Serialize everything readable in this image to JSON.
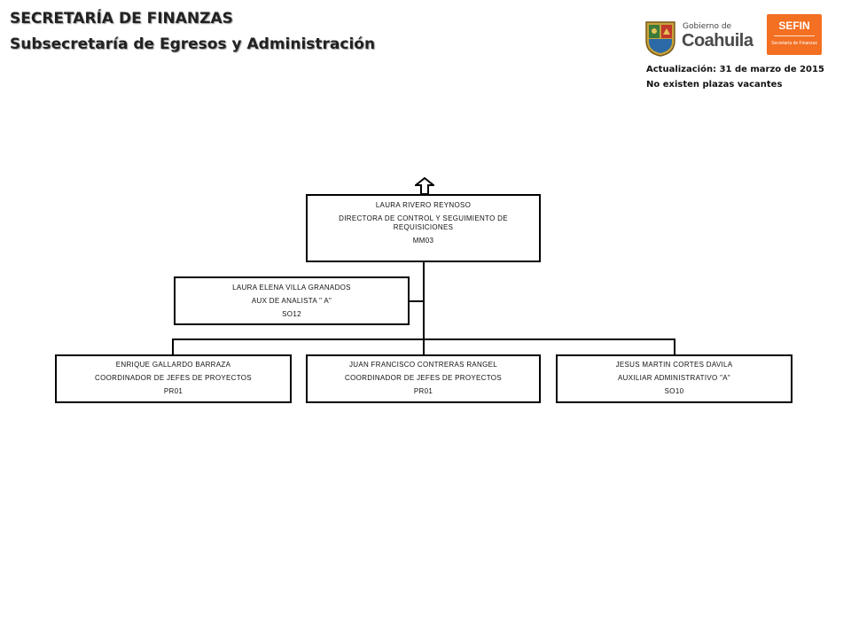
{
  "header": {
    "title": "SECRETARÍA DE FINANZAS",
    "subtitle": "Subsecretaría de Egresos y Administración",
    "update_label": "Actualización:  31 de marzo de 2015",
    "vacancy_note": "No existen plazas vacantes"
  },
  "logos": {
    "coahuila_small": "Gobierno de",
    "coahuila_name": "Coahuila",
    "sefin_name": "SEFIN",
    "sefin_sub": "Secretaría de Finanzas",
    "sefin_color": "#f36f21"
  },
  "org": {
    "director": {
      "name": "LAURA RIVERO REYNOSO",
      "title_line1": "DIRECTORA DE CONTROL Y SEGUIMIENTO DE",
      "title_line2": "REQUISICIONES",
      "code": "MM03"
    },
    "assistant": {
      "name": "LAURA ELENA VILLA GRANADOS",
      "title": "AUX DE ANALISTA \" A\"",
      "code": "SO12"
    },
    "subordinates": [
      {
        "name": "ENRIQUE GALLARDO BARRAZA",
        "title": "COORDINADOR DE JEFES DE PROYECTOS",
        "code": "PR01"
      },
      {
        "name": "JUAN FRANCISCO CONTRERAS RANGEL",
        "title": "COORDINADOR DE JEFES DE PROYECTOS",
        "code": "PR01"
      },
      {
        "name": "JESUS MARTIN CORTES DAVILA",
        "title": "AUXILIAR ADMINISTRATIVO \"A\"",
        "code": "SO10"
      }
    ]
  }
}
